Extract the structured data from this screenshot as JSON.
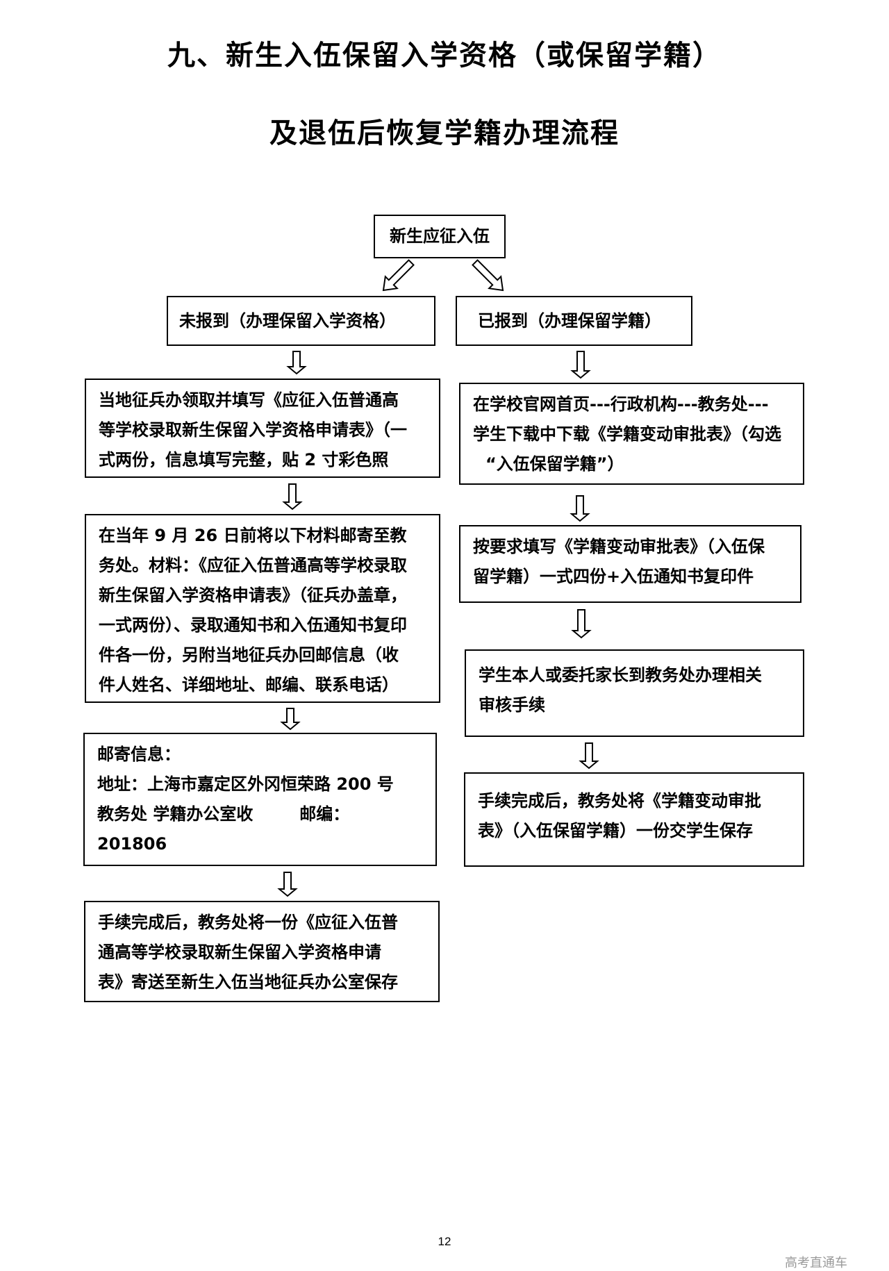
{
  "title": {
    "line1": "九、新生入伍保留入学资格（或保留学籍）",
    "line2": "及退伍后恢复学籍办理流程"
  },
  "start": {
    "text": "新生应征入伍"
  },
  "left": {
    "header": "未报到（办理保留入学资格）",
    "steps": [
      {
        "lines": [
          "当地征兵办领取并填写《应征入伍普通高",
          "等学校录取新生保留入学资格申请表》（一",
          "式两份，信息填写完整，贴 2 寸彩色照"
        ]
      },
      {
        "lines": [
          "在当年 9 月 26 日前将以下材料邮寄至教",
          "务处。材料：《应征入伍普通高等学校录取",
          "新生保留入学资格申请表》（征兵办盖章，",
          "一式两份）、录取通知书和入伍通知书复印",
          "件各一份，另附当地征兵办回邮信息（收",
          "件人姓名、详细地址、邮编、联系电话）"
        ]
      },
      {
        "lines": [
          "邮寄信息：",
          "地址：上海市嘉定区外冈恒荣路 200 号",
          "教务处 学籍办公室收        邮编：",
          "201806"
        ]
      },
      {
        "lines": [
          "手续完成后，教务处将一份《应征入伍普",
          "通高等学校录取新生保留入学资格申请",
          "表》寄送至新生入伍当地征兵办公室保存"
        ]
      }
    ]
  },
  "right": {
    "header": "已报到（办理保留学籍）",
    "steps": [
      {
        "lines": [
          "在学校官网首页---行政机构---教务处---",
          "学生下载中下载《学籍变动审批表》（勾选",
          "“入伍保留学籍”）"
        ]
      },
      {
        "lines": [
          "按要求填写《学籍变动审批表》（入伍保",
          "留学籍）一式四份+入伍通知书复印件"
        ]
      },
      {
        "lines": [
          "学生本人或委托家长到教务处办理相关",
          "审核手续"
        ]
      },
      {
        "lines": [
          "手续完成后，教务处将《学籍变动审批",
          "表》（入伍保留学籍）一份交学生保存"
        ]
      }
    ]
  },
  "footer": {
    "page_number": "12",
    "watermark": "高考直通车"
  }
}
